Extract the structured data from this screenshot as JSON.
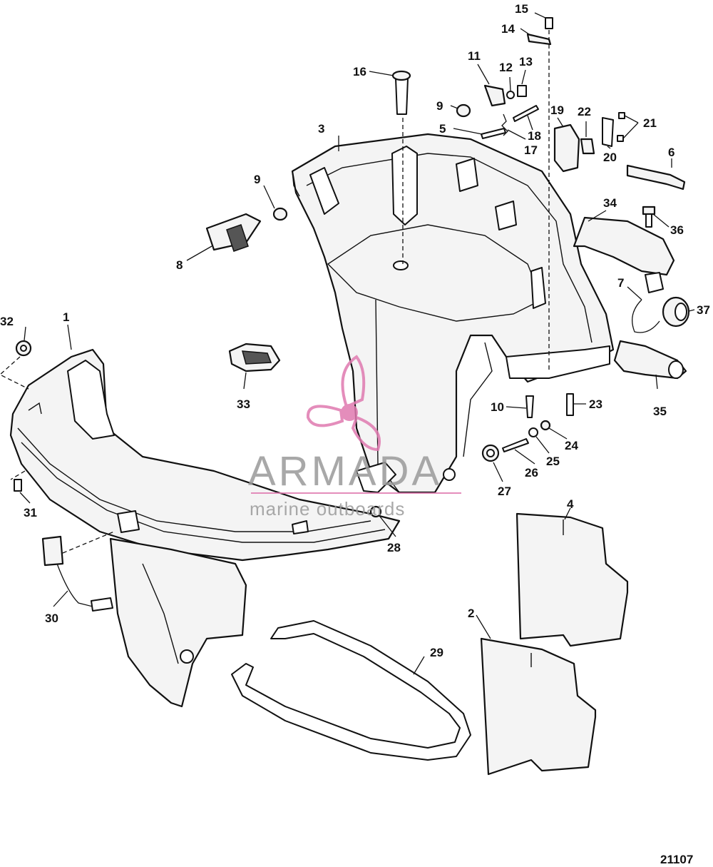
{
  "watermark": {
    "brand": "ARMADA",
    "tagline": "marine outboards",
    "logo_color": "#e07ab0",
    "text_color": "#9a9a9a"
  },
  "figure_id": "21107",
  "callouts": [
    "1",
    "2",
    "3",
    "4",
    "5",
    "6",
    "7",
    "8",
    "9",
    "9",
    "10",
    "11",
    "12",
    "13",
    "14",
    "15",
    "16",
    "17",
    "18",
    "19",
    "20",
    "21",
    "22",
    "23",
    "24",
    "25",
    "26",
    "27",
    "28",
    "29",
    "30",
    "31",
    "32",
    "33",
    "34",
    "35",
    "36",
    "37"
  ],
  "icons": [
    "propeller-logo-icon"
  ]
}
